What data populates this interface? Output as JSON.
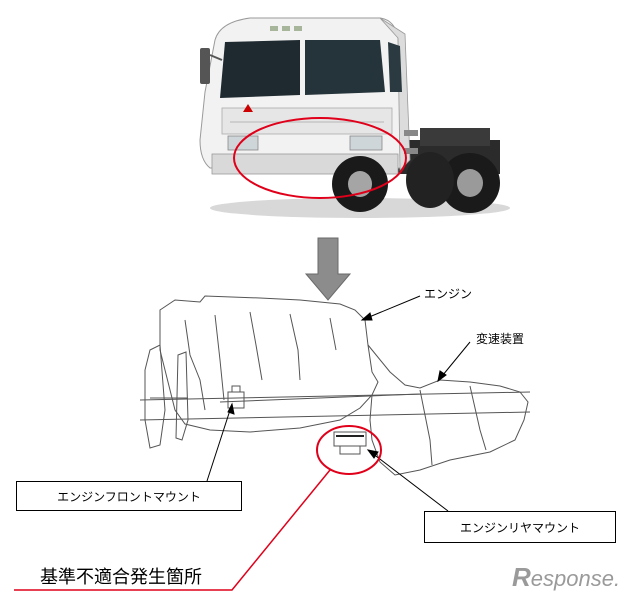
{
  "labels": {
    "engine": "エンジン",
    "transmission": "変速装置",
    "engine_front_mount": "エンジンフロントマウント",
    "engine_rear_mount": "エンジンリヤマウント",
    "defect_location": "基準不適合発生箇所"
  },
  "logo": {
    "initial": "R",
    "rest": "esponse."
  },
  "colors": {
    "highlight": "#e0001a",
    "arrow": "#8c8c8c",
    "outline": "#555555"
  }
}
